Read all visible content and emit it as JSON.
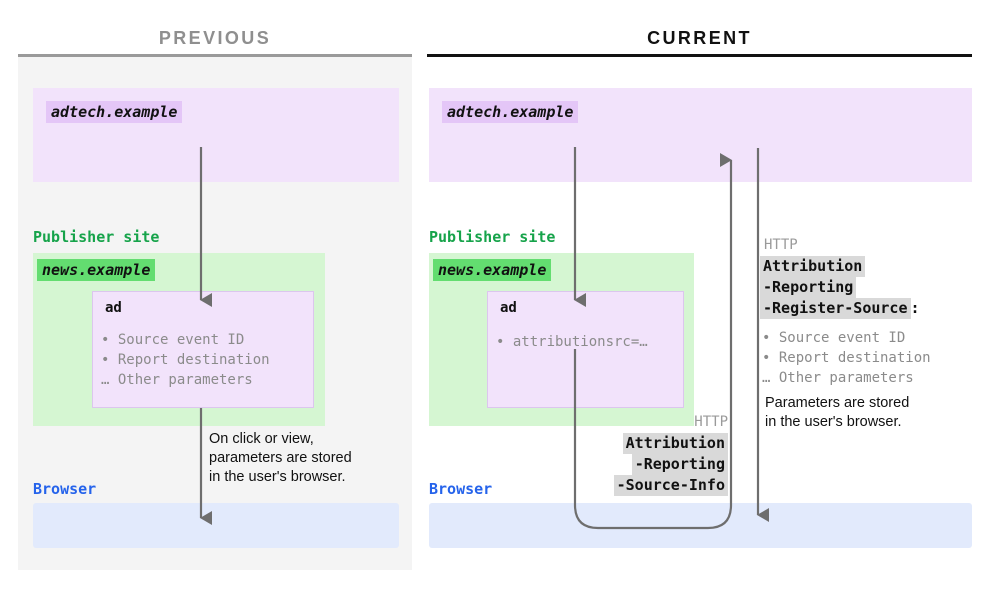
{
  "columns": {
    "previous": {
      "title": "PREVIOUS",
      "adtech_label": "adtech.example",
      "publisher_label": "Publisher site",
      "news_label": "news.example",
      "ad_title": "ad",
      "ad_params": "• Source event ID\n• Report destination\n… Other parameters",
      "browser_label": "Browser",
      "note": "On click or view,\nparameters are stored\nin the user's browser."
    },
    "current": {
      "title": "CURRENT",
      "adtech_label": "adtech.example",
      "publisher_label": "Publisher site",
      "news_label": "news.example",
      "ad_title": "ad",
      "ad_params": "• attributionsrc=…",
      "browser_label": "Browser",
      "note": "Parameters are stored\nin the user's browser.",
      "request_header": {
        "http_word": "HTTP",
        "line1": "Attribution",
        "line2": "-Reporting",
        "line3": "-Source-Info"
      },
      "response_header": {
        "http_word": "HTTP",
        "line1": "Attribution",
        "line2": "-Reporting",
        "line3": "-Register-Source",
        "colon": ":",
        "params": "• Source event ID\n• Report destination\n… Other parameters"
      }
    }
  },
  "colors": {
    "purple_zone": "#f2e3fb",
    "purple_tag": "#e4c6f7",
    "green_zone": "#d5f6d2",
    "green_tag": "#63dd70",
    "green_text": "#16a34a",
    "blue_zone": "#e2eafc",
    "blue_text": "#2563eb",
    "gray_panel": "#f4f4f4",
    "arrow": "#6e6e6e",
    "chip": "#d9d9d9",
    "muted_text": "#8b8b8b",
    "prev_title": "#8f8f8f",
    "curr_title": "#111111"
  }
}
